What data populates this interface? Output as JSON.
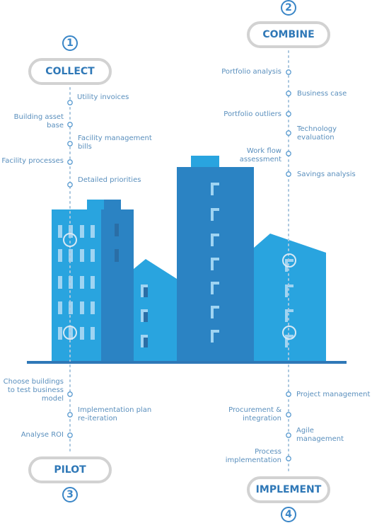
{
  "colors": {
    "accent": "#2f78b7",
    "building_light": "#29a4df",
    "building_mid": "#2b83c3",
    "building_dark": "#2a6ea6",
    "window": "#9fd4f2",
    "pill_border": "#d2d2d2",
    "timeline_dot": "#a9c6de",
    "ground": "#2f78b7"
  },
  "steps": {
    "collect": {
      "number": "1",
      "title": "COLLECT"
    },
    "combine": {
      "number": "2",
      "title": "COMBINE"
    },
    "pilot": {
      "number": "3",
      "title": "PILOT"
    },
    "implement": {
      "number": "4",
      "title": "IMPLEMENT"
    }
  },
  "collect_items": [
    "Utility invoices",
    "Building asset base",
    "Facility management bills",
    "Facility processes",
    "Detailed priorities"
  ],
  "combine_items": [
    "Portfolio analysis",
    "Business case",
    "Portfolio outliers",
    "Technology evaluation",
    "Work flow assessment",
    "Savings analysis"
  ],
  "pilot_items": [
    "Choose buildings to test business model",
    "Implementation plan re-iteration",
    "Analyse ROI"
  ],
  "implement_items": [
    "Project management",
    "Procurement & integration",
    "Agile management",
    "Process implementation"
  ]
}
